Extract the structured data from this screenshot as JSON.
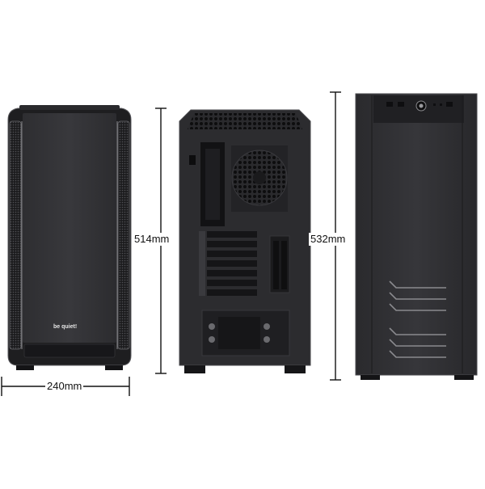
{
  "brand": {
    "logo_text": "be quiet!"
  },
  "dimensions": {
    "width": "240mm",
    "height_rear": "514mm",
    "height_side": "532mm"
  },
  "colors": {
    "case_body": "#2b2b2e",
    "case_dark": "#1a1a1c",
    "case_edge": "#4a4a4e",
    "dimension_line": "#111111"
  },
  "views": {
    "front": {
      "icon": "case-front-view"
    },
    "rear": {
      "icon": "case-rear-view"
    },
    "side": {
      "icon": "case-side-view"
    }
  }
}
